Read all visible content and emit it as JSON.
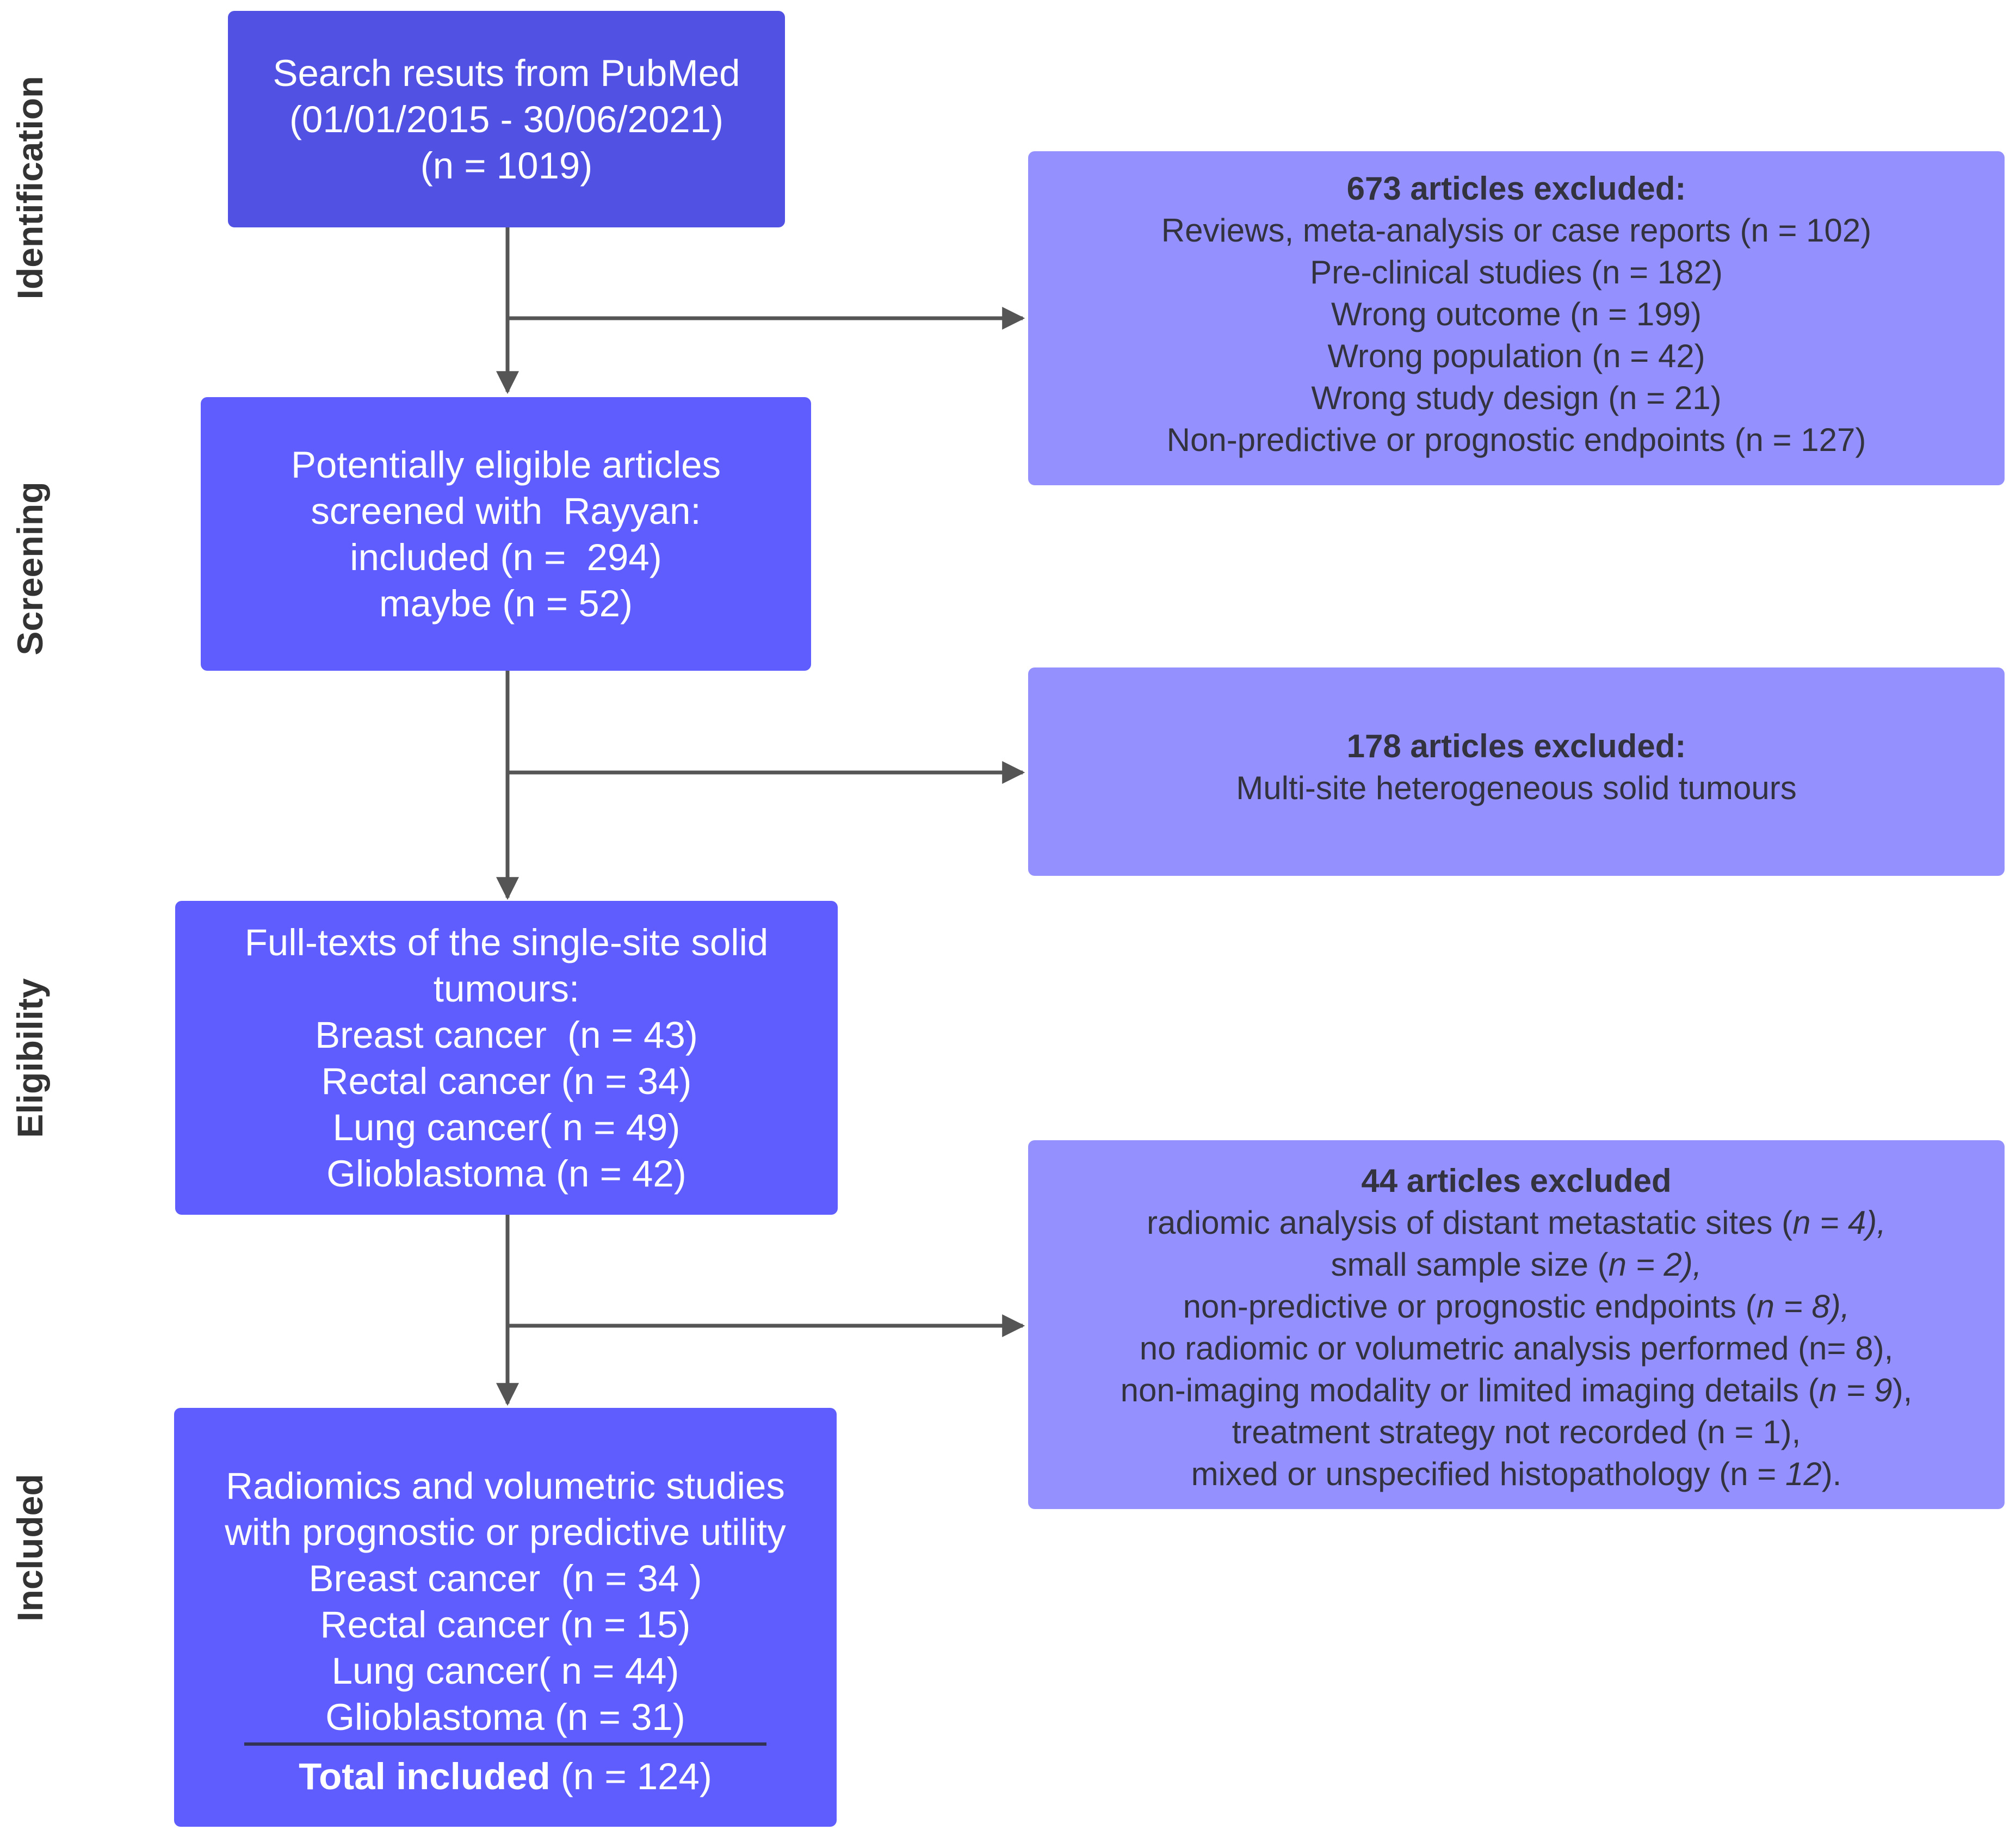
{
  "stages": [
    "Identification",
    "Screening",
    "Eligibility",
    "Included"
  ],
  "boxes": {
    "search": [
      "Search resuts from PubMed",
      "(01/01/2015 - 30/06/2021)",
      "(n = 1019)"
    ],
    "screening": [
      "Potentially eligible articles",
      "screened with  Rayyan:",
      "included (n =  294)",
      "maybe (n = 52)"
    ],
    "eligibility": [
      "Full-texts of the single-site solid",
      "tumours:",
      "Breast cancer  (n = 43)",
      "Rectal cancer (n = 34)",
      "Lung cancer( n = 49)",
      "Glioblastoma (n = 42)"
    ],
    "included": {
      "lines": [
        "Radiomics and volumetric studies",
        "with prognostic or predictive utility",
        "Breast cancer  (n = 34 )",
        "Rectal cancer (n = 15)",
        "Lung cancer( n = 44)",
        "Glioblastoma (n = 31)"
      ],
      "total_label": "Total included",
      "total_value": " (n = 124)"
    }
  },
  "exclusions": {
    "first": {
      "heading": "673 articles excluded:",
      "lines": [
        "Reviews, meta-analysis or case reports (n = 102)",
        "Pre-clinical studies (n = 182)",
        "Wrong outcome (n = 199)",
        "Wrong population (n = 42)",
        "Wrong study design (n = 21)",
        "Non-predictive or prognostic endpoints (n = 127)"
      ]
    },
    "second": {
      "heading": "178 articles excluded:",
      "lines": [
        "Multi-site heterogeneous solid tumours"
      ]
    },
    "third": {
      "heading": "44 articles excluded",
      "lines": [
        {
          "pre": "radiomic analysis of distant metastatic sites (",
          "em": "n = 4),",
          "post": ""
        },
        {
          "pre": "small sample size (",
          "em": "n = 2),",
          "post": ""
        },
        {
          "pre": "non-predictive or prognostic endpoints (",
          "em": "n = 8),",
          "post": ""
        },
        {
          "pre": "no radiomic or volumetric analysis performed (n= 8),",
          "em": "",
          "post": ""
        },
        {
          "pre": "non-imaging modality or limited imaging details (",
          "em": "n = 9",
          "post": "),"
        },
        {
          "pre": "treatment strategy not recorded (n = 1),",
          "em": "",
          "post": ""
        },
        {
          "pre": "mixed or unspecified histopathology (n = ",
          "em": "12",
          "post": ")."
        }
      ]
    }
  },
  "colors": {
    "top_box": "#5151e3",
    "main_box": "#5f5dfd",
    "exclusion_box": "#9491ff",
    "connector": "#555555"
  }
}
